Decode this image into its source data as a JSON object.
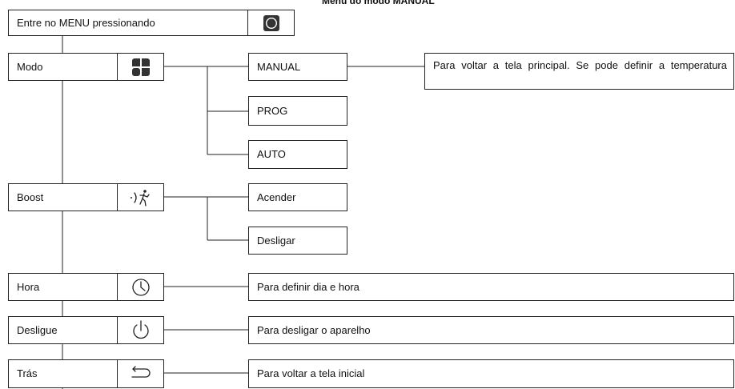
{
  "title": "Menu do modo MANUAL",
  "entry": {
    "label": "Entre no MENU pressionando",
    "icon": "circle-button-icon"
  },
  "menu": [
    {
      "label": "Modo",
      "icon": "mode-grid-icon"
    },
    {
      "label": "Boost",
      "icon": "boost-icon"
    },
    {
      "label": "Hora",
      "icon": "clock-icon"
    },
    {
      "label": "Desligue",
      "icon": "power-icon"
    },
    {
      "label": "Trás",
      "icon": "back-arrow-icon"
    }
  ],
  "modo_options": [
    "MANUAL",
    "PROG",
    "AUTO"
  ],
  "boost_options": [
    "Acender",
    "Desligar"
  ],
  "descriptions": {
    "manual": "Para voltar a tela principal. Se pode definir a temperatura",
    "hora": "Para definir dia e hora",
    "desligue": "Para desligar o aparelho",
    "tras": "Para voltar a tela inicial"
  }
}
